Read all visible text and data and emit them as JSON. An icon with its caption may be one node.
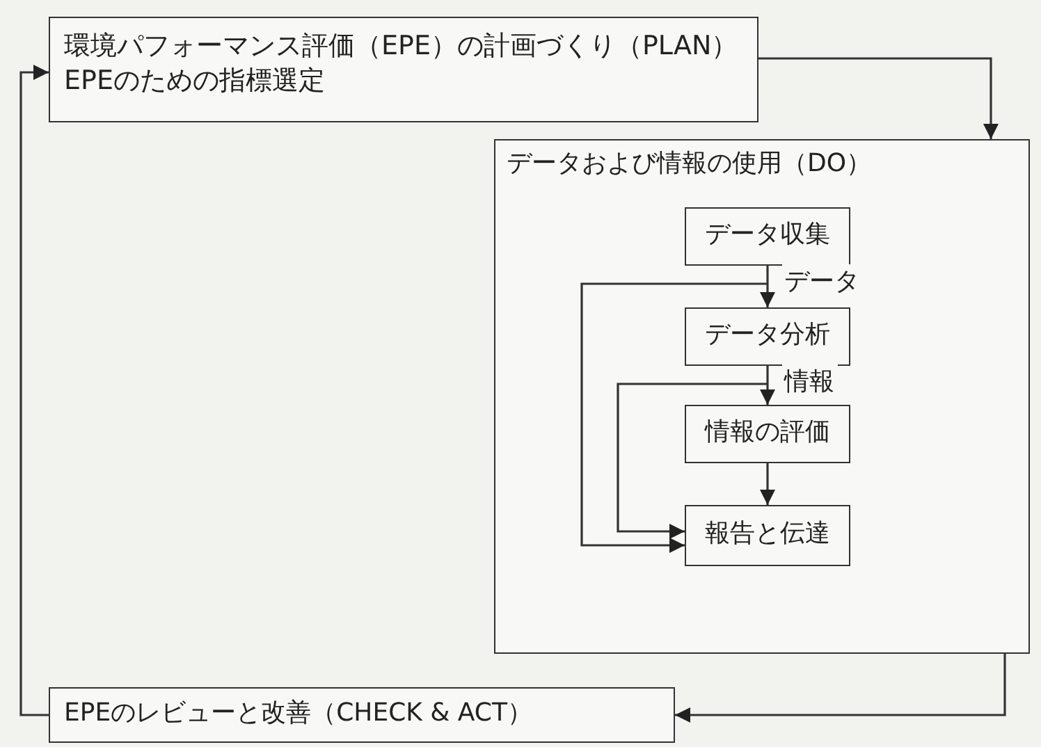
{
  "diagram": {
    "nodes": [
      {
        "text": [
          "環境パフォーマンス評価（EPE）の計画づくり（PLAN）",
          "EPEのための指標選定"
        ]
      },
      {
        "text": [
          "データおよび情報の使用（DO）"
        ]
      },
      {
        "text": [
          "データ収集"
        ],
        "in": 1
      },
      {
        "text": [
          "データ分析"
        ],
        "in": 1
      },
      {
        "text": [
          "情報の評価"
        ],
        "in": 1
      },
      {
        "text": [
          "報告と伝達"
        ],
        "in": 1
      },
      {
        "text": [
          "EPEのレビューと改善（CHECK & ACT）"
        ]
      }
    ],
    "edges": [
      {
        "from": 0,
        "to": 1,
        "arrow": "to"
      },
      {
        "from": 2,
        "to": 3,
        "arrow": "to",
        "label": "データ"
      },
      {
        "from": 3,
        "to": 4,
        "arrow": "to",
        "label": "情報"
      },
      {
        "from": 4,
        "to": 5,
        "arrow": "to"
      },
      {
        "from": 2,
        "to": 5,
        "arrow": "to"
      },
      {
        "from": 3,
        "to": 5,
        "arrow": "to"
      },
      {
        "from": 1,
        "to": 6,
        "arrow": "to"
      },
      {
        "from": 6,
        "to": 0,
        "arrow": "to"
      }
    ]
  }
}
